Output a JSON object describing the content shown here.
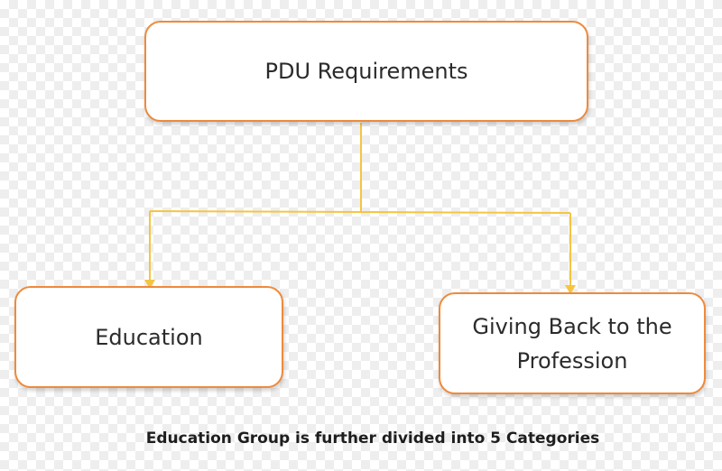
{
  "diagram": {
    "nodes": {
      "root": "PDU Requirements",
      "education": "Education",
      "giving_line1": "Giving Back to the",
      "giving_line2": "Profession"
    },
    "caption": "Education Group is further divided into 5 Categories",
    "colors": {
      "node_border": "#ee8a3c",
      "connector": "#f5c542",
      "text": "#2b2b2b"
    }
  }
}
